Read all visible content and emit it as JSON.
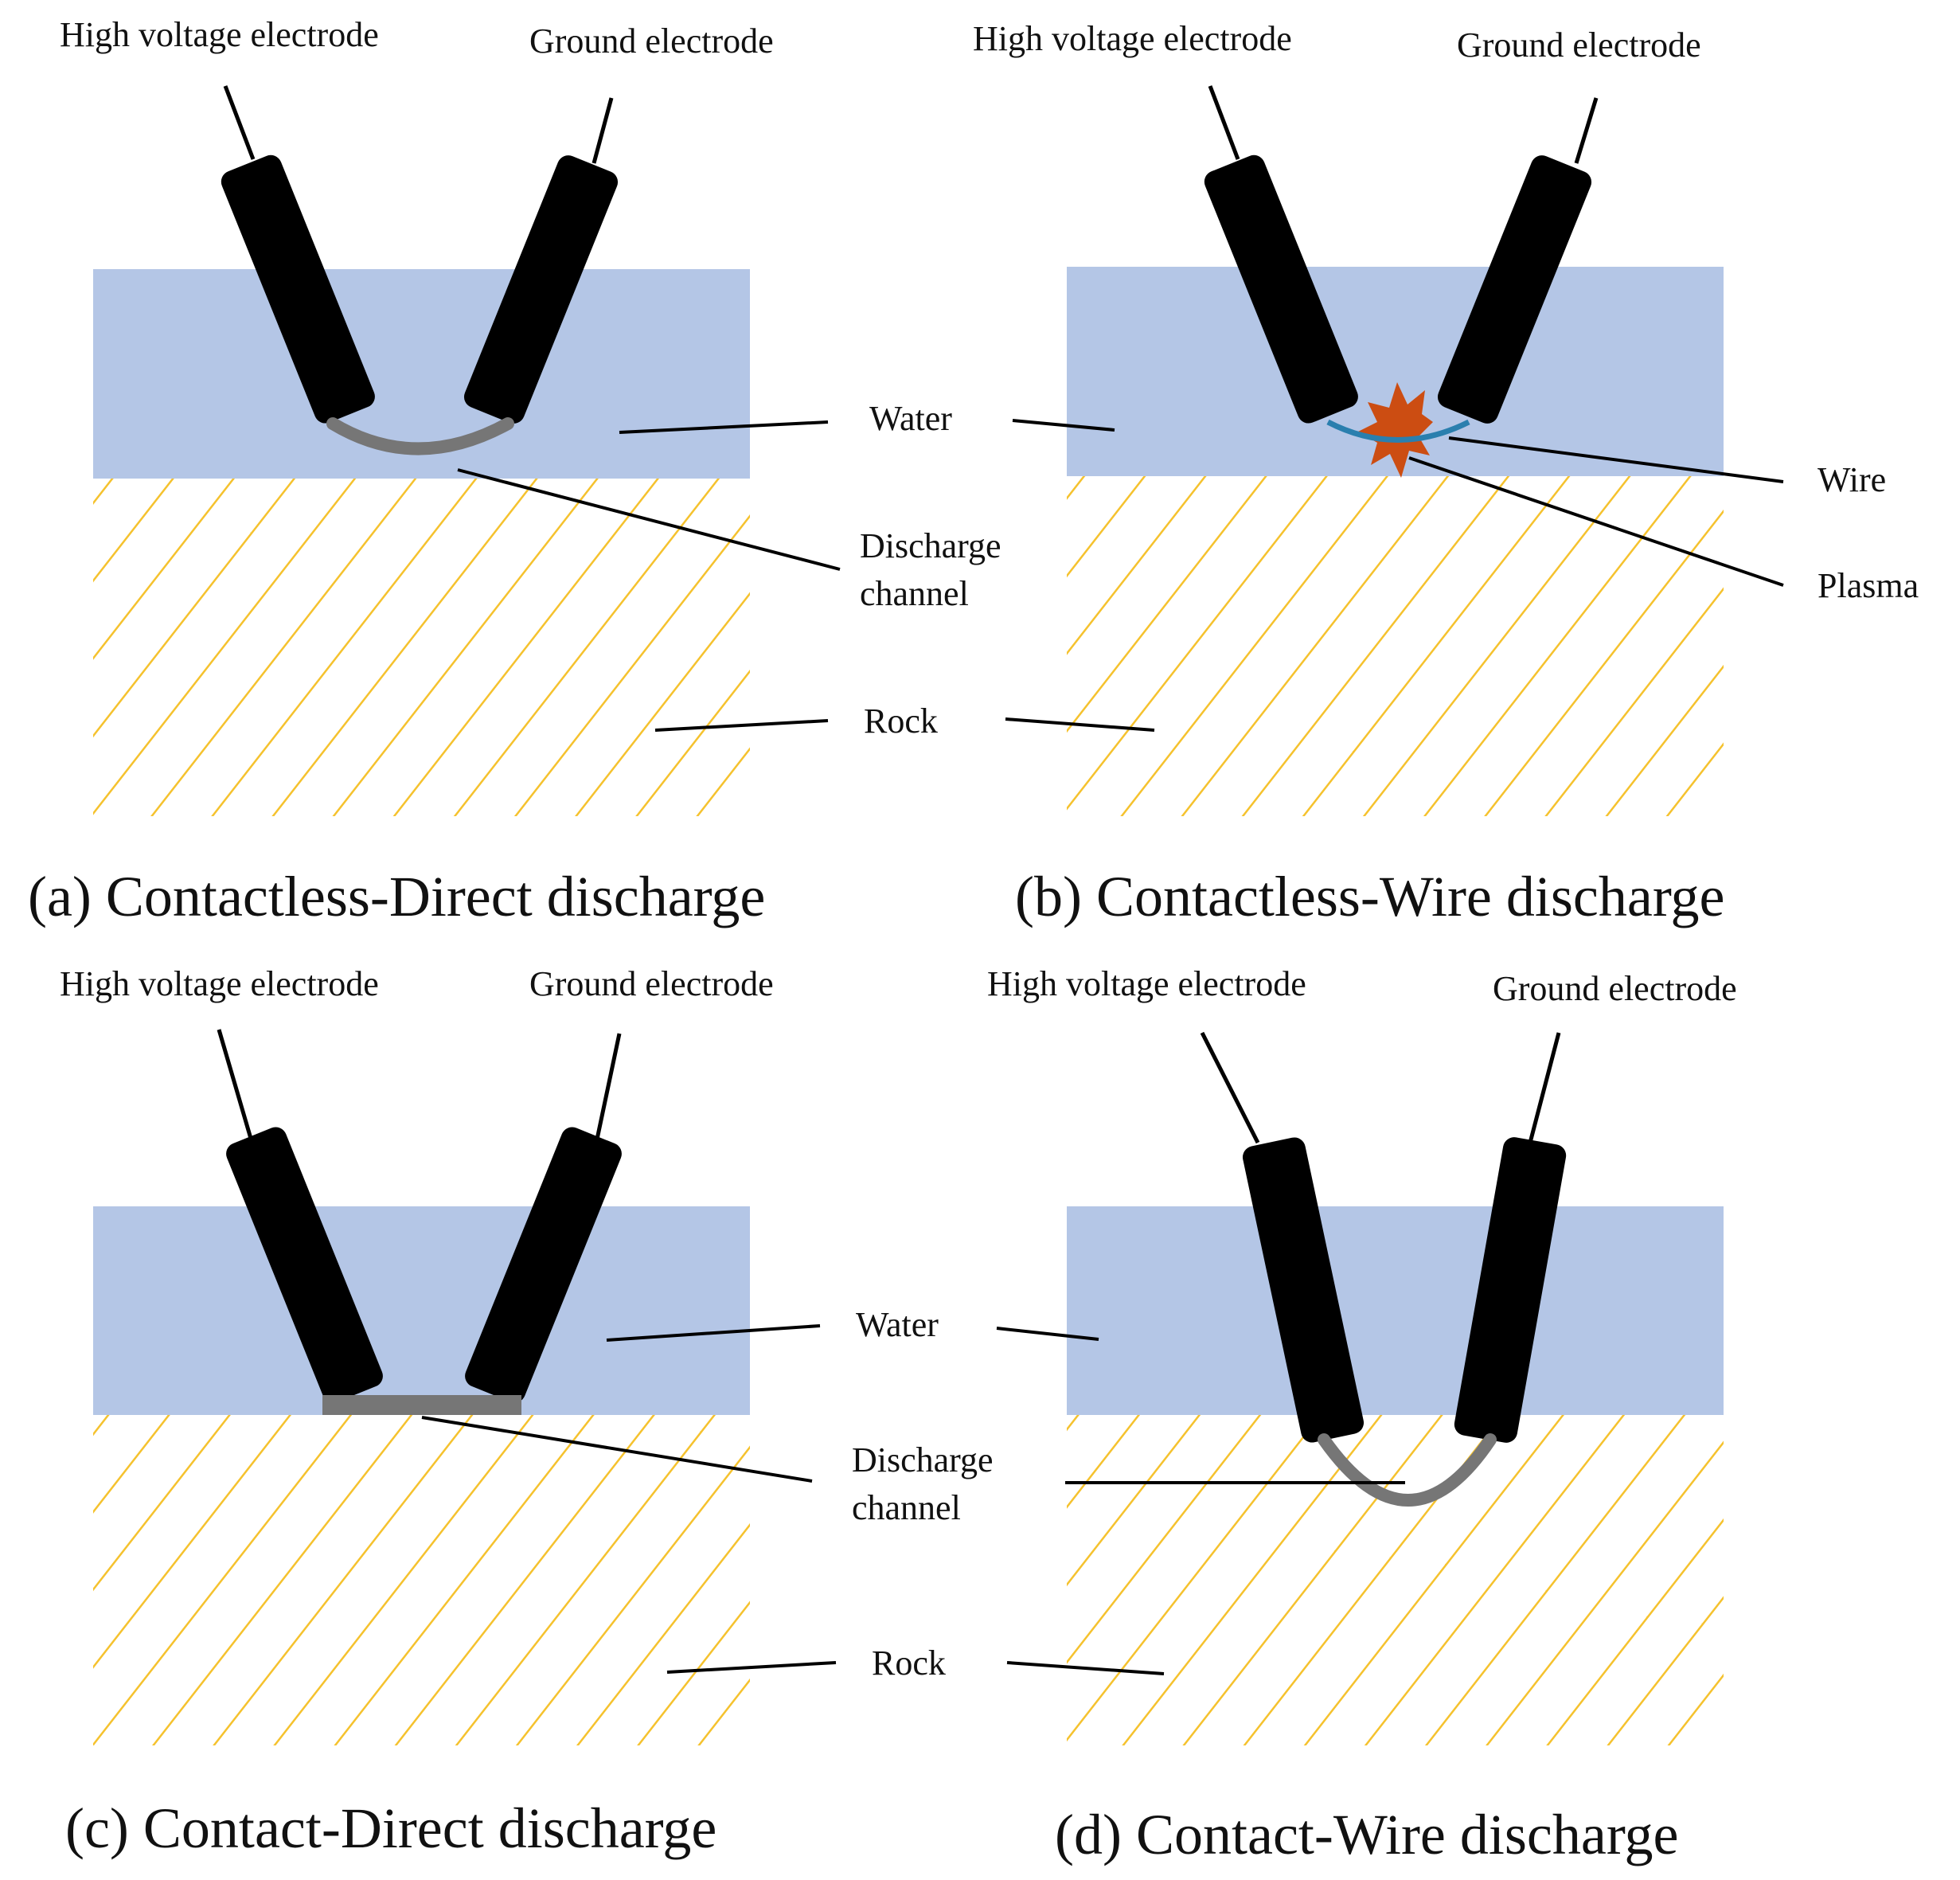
{
  "colors": {
    "water": "#b4c6e6",
    "rock_hatch": "#f5c22e",
    "electrode": "#000000",
    "discharge_channel": "#767676",
    "wire": "#2a7fae",
    "plasma": "#cc4d12"
  },
  "panels": {
    "a": {
      "caption": "(a) Contactless-Direct discharge",
      "hv_label": "High voltage electrode",
      "ground_label": "Ground electrode"
    },
    "b": {
      "caption": "(b) Contactless-Wire discharge",
      "hv_label": "High voltage electrode",
      "ground_label": "Ground electrode"
    },
    "c": {
      "caption": "(c) Contact-Direct discharge",
      "hv_label": "High voltage electrode",
      "ground_label": "Ground electrode"
    },
    "d": {
      "caption": "(d) Contact-Wire discharge",
      "hv_label": "High voltage electrode",
      "ground_label": "Ground electrode"
    }
  },
  "labels": {
    "water_top": "Water",
    "water_bottom": "Water",
    "rock_top": "Rock",
    "rock_bottom": "Rock",
    "channel_top_line1": "Discharge",
    "channel_top_line2": "channel",
    "channel_bottom_line1": "Discharge",
    "channel_bottom_line2": "channel",
    "wire": "Wire",
    "plasma": "Plasma"
  }
}
